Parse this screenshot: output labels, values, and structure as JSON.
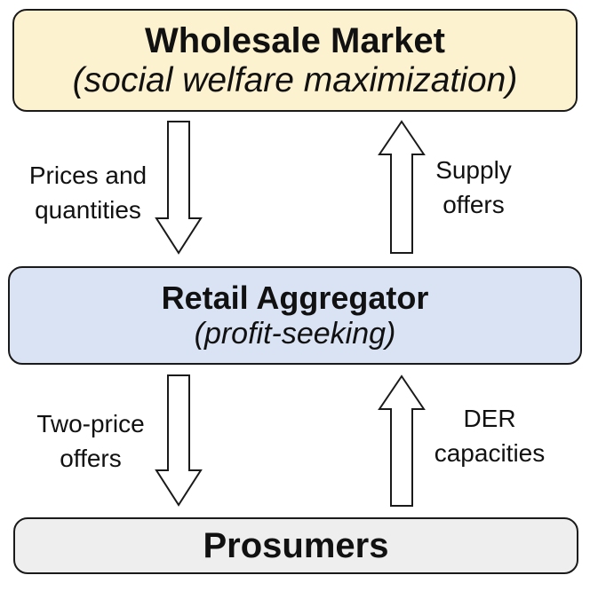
{
  "wholesale": {
    "title": "Wholesale Market",
    "subtitle": "(social welfare maximization)",
    "fill": "#fdf2d0"
  },
  "retail": {
    "title": "Retail Aggregator",
    "subtitle": "(profit-seeking)",
    "fill": "#dae3f3"
  },
  "prosumers": {
    "title": "Prosumers",
    "fill": "#eeeeee"
  },
  "flows": {
    "wholesale_to_retail": {
      "line1": "Prices and",
      "line2": "quantities",
      "direction": "down"
    },
    "retail_to_wholesale": {
      "line1": "Supply",
      "line2": "offers",
      "direction": "up"
    },
    "retail_to_prosumers": {
      "line1": "Two-price",
      "line2": "offers",
      "direction": "down"
    },
    "prosumers_to_retail": {
      "line1": "DER",
      "line2": "capacities",
      "direction": "up"
    }
  }
}
